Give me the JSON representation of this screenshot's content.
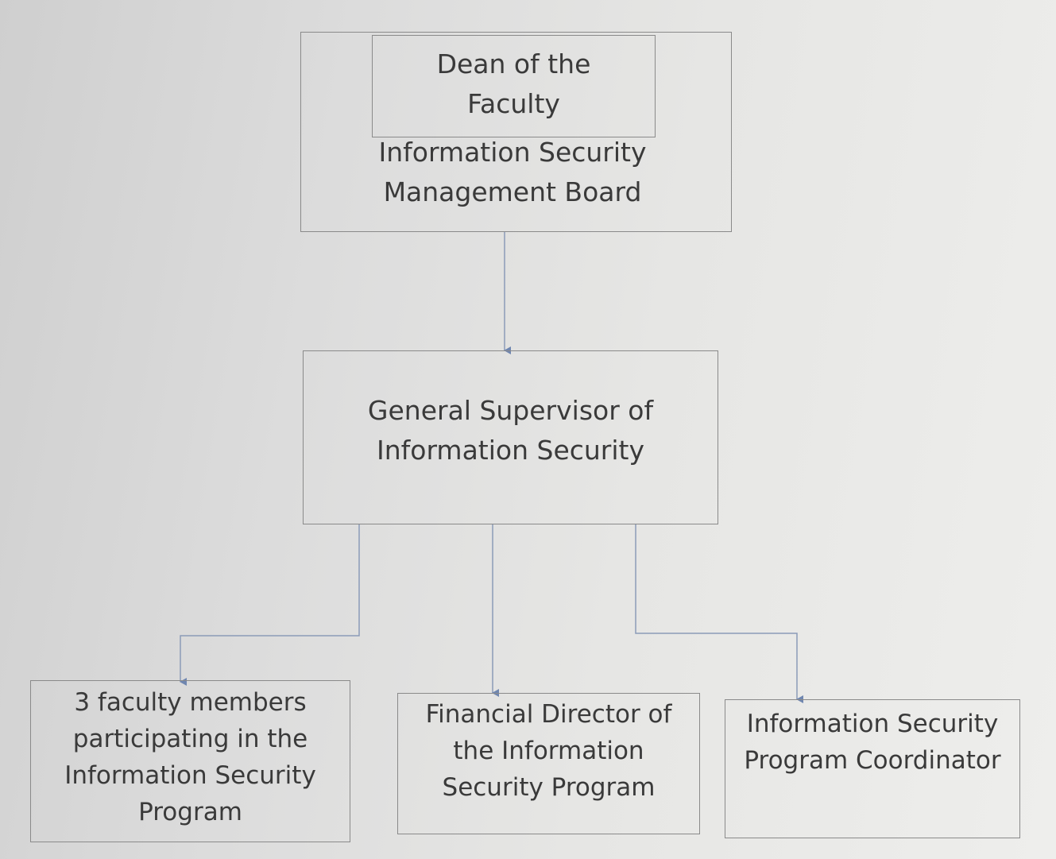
{
  "nodes": {
    "dean": "Dean of the\nFaculty",
    "board": "Information Security\nManagement Board",
    "supervisor": "General Supervisor of\nInformation Security",
    "faculty_members": "3 faculty members\nparticipating in the\nInformation Security\nProgram",
    "financial_director": "Financial Director of\nthe Information\nSecurity Program",
    "coordinator": "Information Security\nProgram Coordinator"
  },
  "colors": {
    "connector": "#7f93b5",
    "border": "#8a8a8a"
  }
}
